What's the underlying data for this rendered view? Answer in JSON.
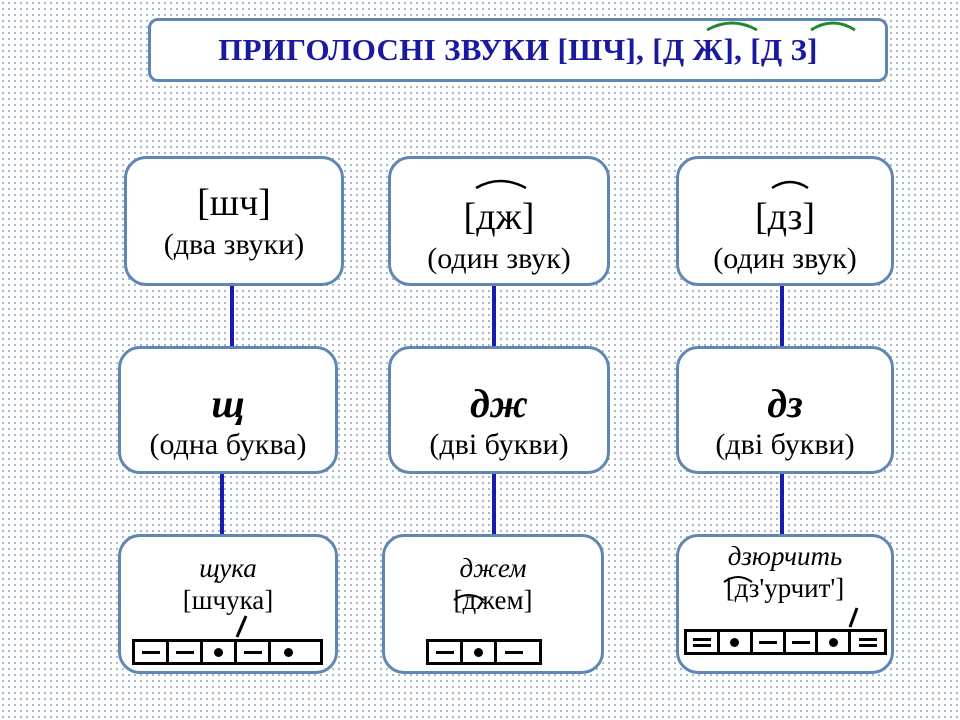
{
  "title": "ПРИГОЛОСНІ ЗВУКИ [ШЧ], [Д Ж], [Д З]",
  "columns": [
    {
      "sound": "[шч]",
      "sound_desc": "(два звуки)",
      "letter": "щ",
      "letter_desc": "(одна буква)",
      "word": "щука",
      "transcription": "[шчука]",
      "scheme": [
        "dash",
        "dash",
        "dot",
        "dash",
        "dot"
      ]
    },
    {
      "sound": "[дж]",
      "sound_desc": "(один звук)",
      "letter": "дж",
      "letter_desc": "(дві букви)",
      "word": "джем",
      "transcription": "[джем]",
      "scheme": [
        "dash",
        "dot",
        "dash"
      ]
    },
    {
      "sound": "[дз]",
      "sound_desc": "(один звук)",
      "letter": "дз",
      "letter_desc": "(дві букви)",
      "word": "дзюрчить",
      "transcription": "[дз'урчит']",
      "scheme": [
        "double",
        "dot",
        "dash",
        "dash",
        "dot",
        "double"
      ]
    }
  ],
  "colors": {
    "title_text": "#1a1aa0",
    "box_border": "#5f86b4",
    "connector": "#1a1ab0",
    "title_arc": "#1f8a2e"
  }
}
